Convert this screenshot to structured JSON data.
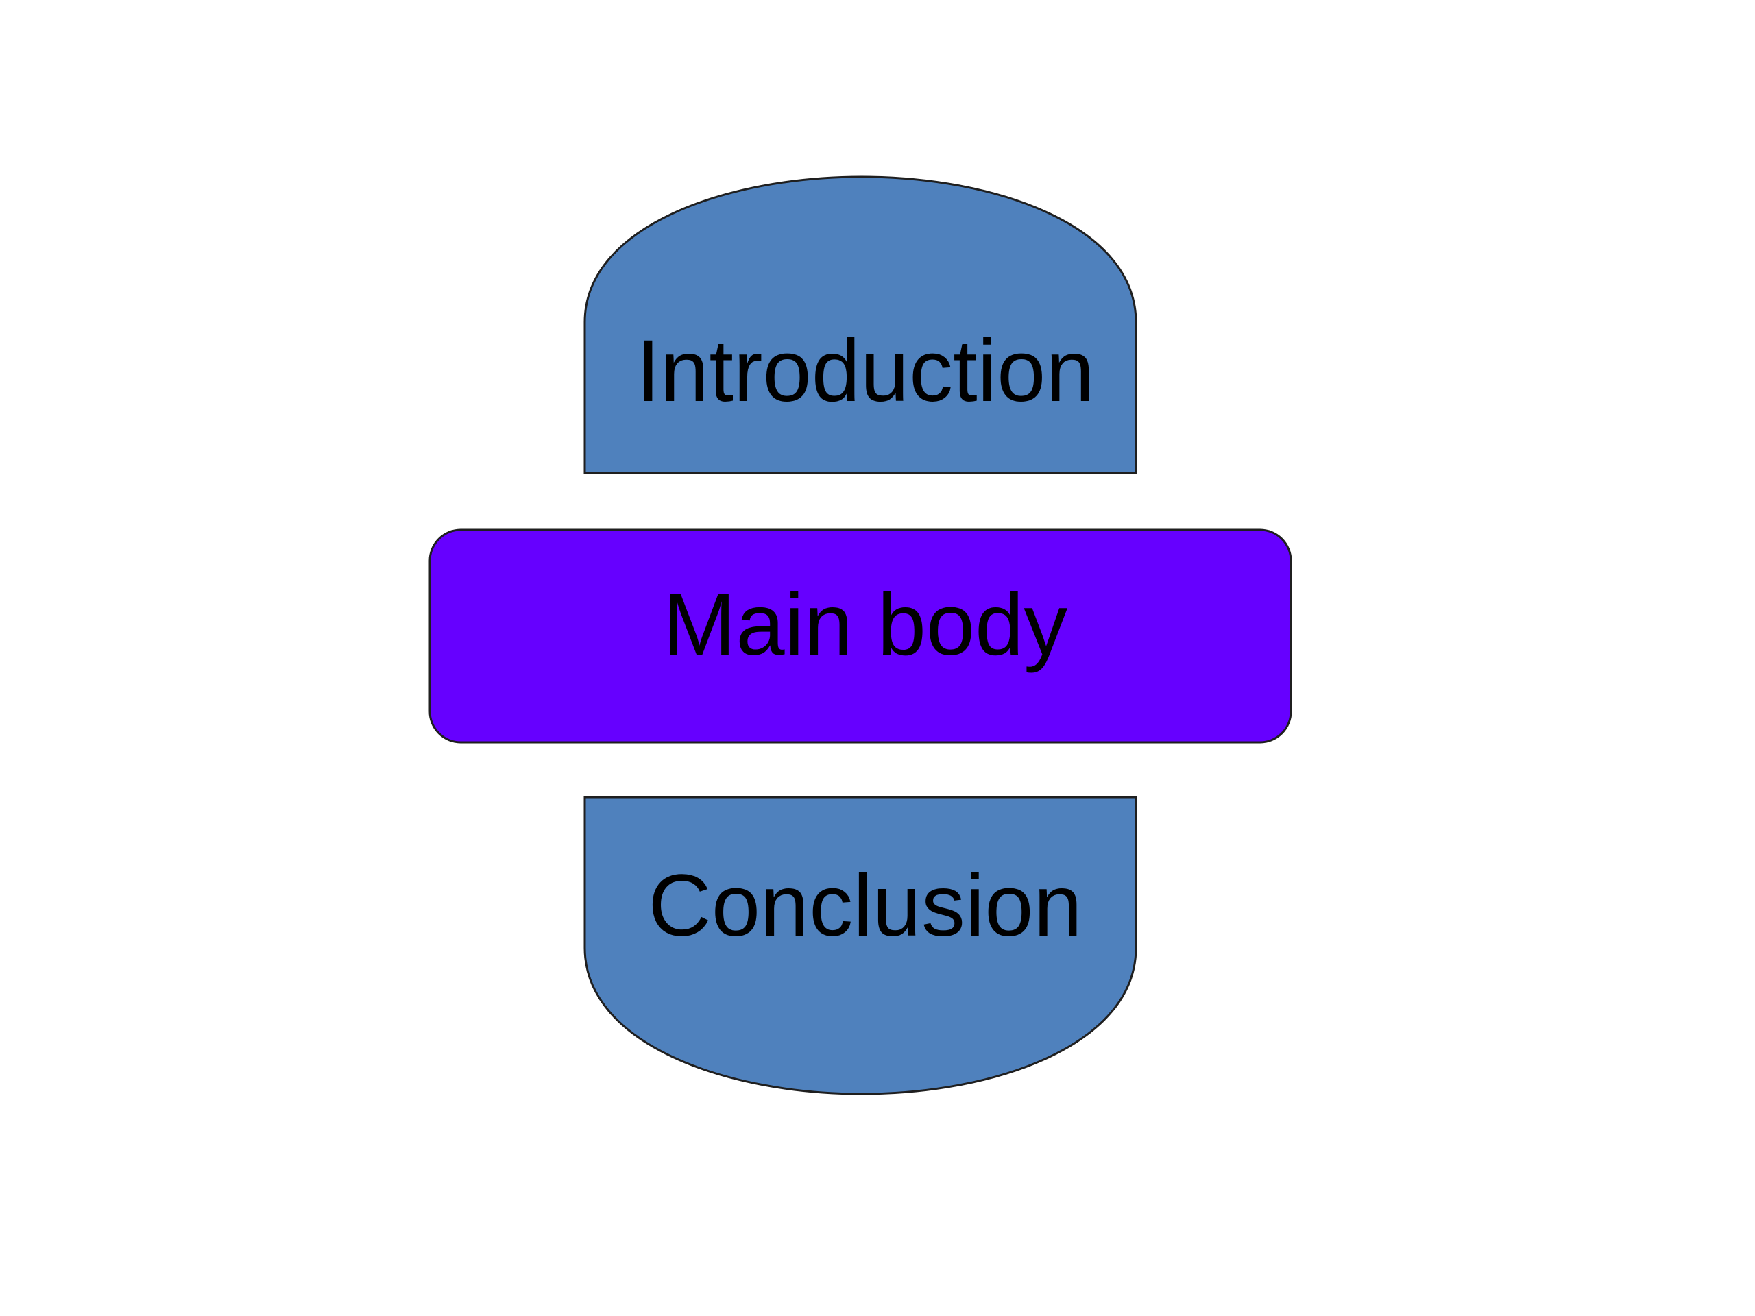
{
  "diagram": {
    "sections": [
      {
        "id": "introduction",
        "label": "Introduction",
        "fill": "#4F81BD",
        "shape": "rounded-top"
      },
      {
        "id": "main-body",
        "label": "Main body",
        "fill": "#6600FF",
        "shape": "rounded-rectangle"
      },
      {
        "id": "conclusion",
        "label": "Conclusion",
        "fill": "#4F81BD",
        "shape": "rounded-bottom"
      }
    ],
    "stroke_color": "#1F1F1F"
  }
}
